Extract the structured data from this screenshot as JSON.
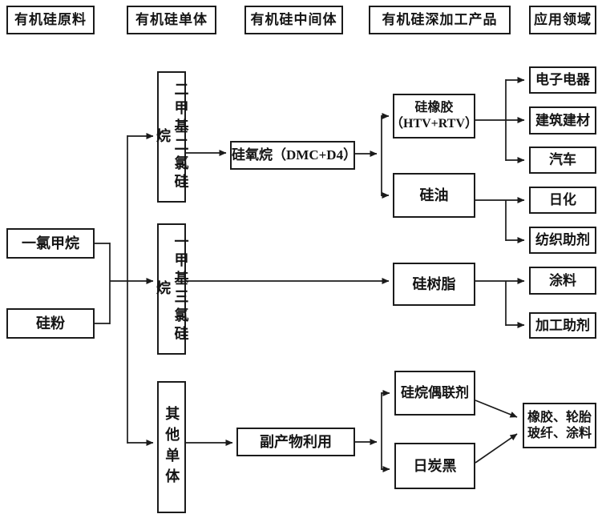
{
  "headers": {
    "raw_material": "有机硅原料",
    "monomer": "有机硅单体",
    "intermediate": "有机硅中间体",
    "deep_processed": "有机硅深加工产品",
    "application": "应用领域"
  },
  "nodes": {
    "monochloromethane": "一氯甲烷",
    "silicon_powder": "硅粉",
    "dimethyldichlorosilane": "二甲基二氯硅烷",
    "methyltrichlorosilane": "一甲基三氯硅烷",
    "other_monomers": "其他单体",
    "siloxane": "硅氧烷（DMC+D4）",
    "byproduct_utilization": "副产物利用",
    "silicone_rubber": "硅橡胶\n（HTV+RTV）",
    "silicone_oil": "硅油",
    "silicone_resin": "硅树脂",
    "silane_coupling_agent": "硅烷偶联剂",
    "carbon_black": "日炭黑",
    "electronics": "电子电器",
    "construction_materials": "建筑建材",
    "automobile": "汽车",
    "daily_chemicals": "日化",
    "textile_auxiliaries": "纺织助剂",
    "coatings": "涂料",
    "processing_aids": "加工助剂",
    "rubber_tire_glassfiber_coating": "橡胶、轮胎\n玻纤、涂料"
  },
  "colors": {
    "line": "#1b1b1b",
    "box_border": "#1b1b1b",
    "background": "#ffffff",
    "text": "#141414"
  }
}
